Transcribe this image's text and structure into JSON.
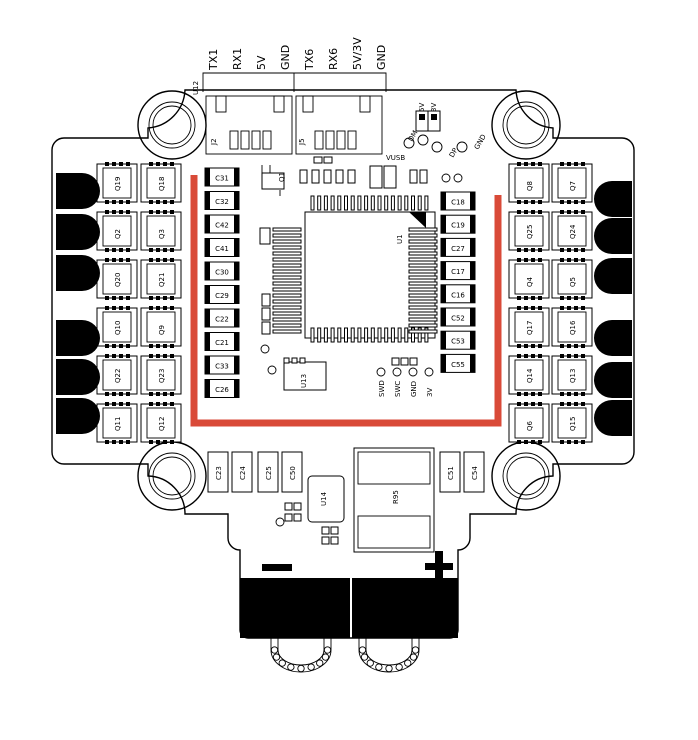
{
  "header_pins": {
    "group_j2": [
      "TX1",
      "RX1",
      "5V",
      "GND"
    ],
    "group_j5": [
      "TX6",
      "RX6",
      "5V/3V",
      "GND"
    ],
    "header_ref": "U12",
    "conn_left": "J2",
    "conn_right": "J5"
  },
  "jumper": {
    "label_3v": "3V",
    "label_5v": "5V"
  },
  "usb_pads": [
    "DM",
    "DP",
    "GND"
  ],
  "vusb_label": "VUSB",
  "mcu_label": "U1",
  "transistors_left": [
    "Q19",
    "Q18",
    "Q2",
    "Q3",
    "Q20",
    "Q21",
    "Q10",
    "Q9",
    "Q22",
    "Q23",
    "Q11",
    "Q12"
  ],
  "transistors_right": [
    "Q8",
    "Q7",
    "Q25",
    "Q24",
    "Q4",
    "Q5",
    "Q17",
    "Q16",
    "Q14",
    "Q13",
    "Q6",
    "Q15"
  ],
  "caps_left": [
    "C31",
    "C32",
    "C42",
    "C41",
    "C30",
    "C29",
    "C22",
    "C21",
    "C33",
    "C26"
  ],
  "caps_right": [
    "C18",
    "C19",
    "C27",
    "C17",
    "C16",
    "C52",
    "C53",
    "C55"
  ],
  "q1_label": "Q1",
  "u13_label": "U13",
  "swd_labels": [
    "SWD",
    "SWC",
    "GND",
    "3V"
  ],
  "caps_bottom": [
    "C23",
    "C24",
    "C25",
    "C50"
  ],
  "caps_bottom_right": [
    "C51",
    "C54"
  ],
  "u14_label": "U14",
  "shunt_label": "R95",
  "power_minus": "−",
  "power_plus": "+"
}
